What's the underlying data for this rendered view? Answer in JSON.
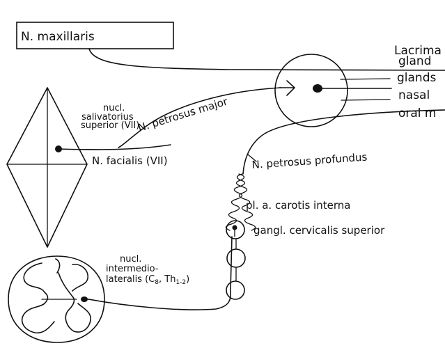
{
  "labels": {
    "box_label": "N. maxillaris",
    "targets": {
      "lacrimal_1": "Lacrima",
      "lacrimal_2": "gland",
      "glands": "glands",
      "nasal": "nasal",
      "oral": "oral m"
    },
    "nucl_saliv": {
      "line1": "nucl.",
      "line2": "salivatorius",
      "line3": "superior (VII)"
    },
    "petrosus_major": "N. petrosus major",
    "facialis": "N. facialis (VII)",
    "petrosus_profundus": "N. petrosus profundus",
    "plexus": "pl. a. carotis interna",
    "ganglion": "gangl. cervicalis superior",
    "nucl_inter": {
      "line1": "nucl.",
      "line2": "intermedio-",
      "line3": "lateralis (C",
      "sub1": "8",
      "mid": ", Th",
      "sub2": "1-2",
      "end": ")"
    }
  }
}
